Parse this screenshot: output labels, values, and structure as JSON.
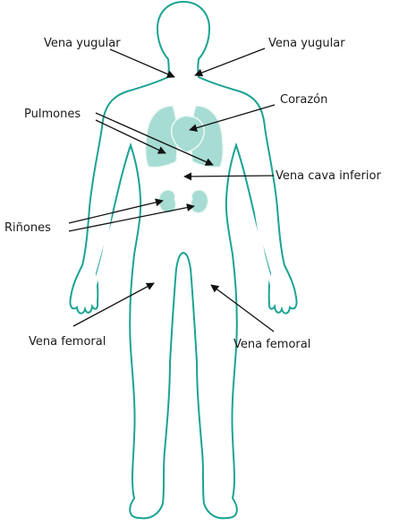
{
  "colors": {
    "body_outline": "#1ba394",
    "vein": "#a6dcd3",
    "organ_fill": "#a6dcd3",
    "organ_outline": "#eaf7f4",
    "pointer": "#111111",
    "text": "#1a1a1a",
    "background": "#ffffff"
  },
  "labels": {
    "jugular_left": "Vena yugular",
    "jugular_right": "Vena yugular",
    "heart": "Corazón",
    "lungs": "Pulmones",
    "inferior_vena_cava": "Vena cava inferior",
    "kidneys": "Riñones",
    "femoral_left": "Vena femoral",
    "femoral_right": "Vena femoral"
  }
}
